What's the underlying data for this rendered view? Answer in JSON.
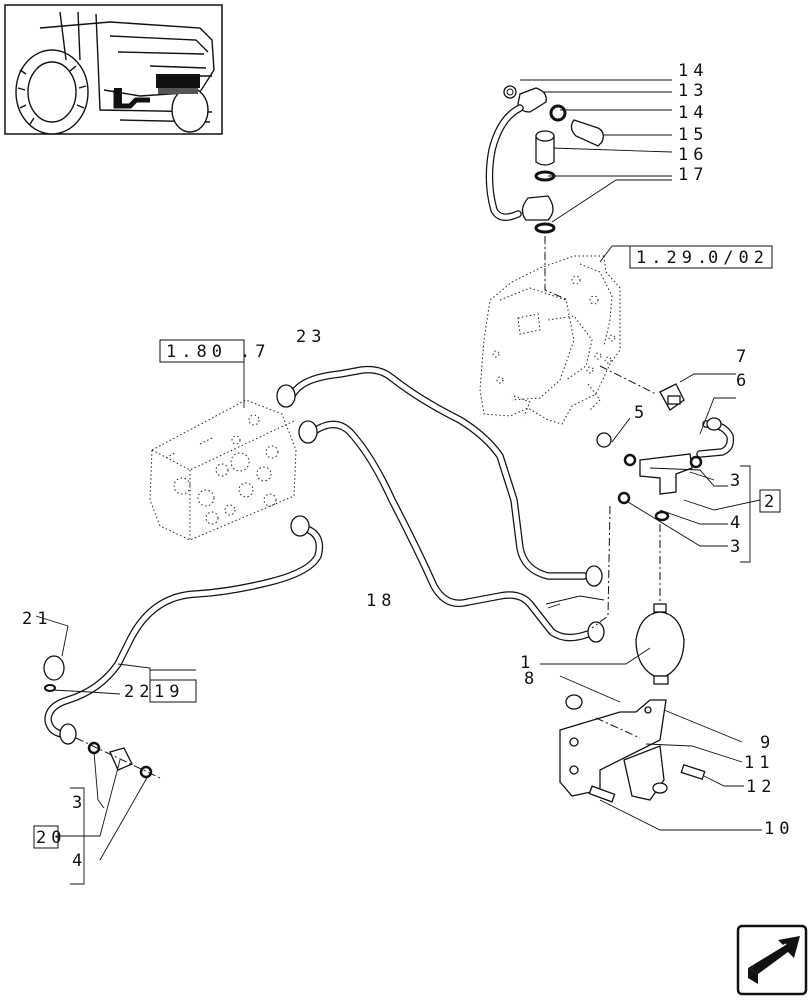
{
  "diagram": {
    "labels": {
      "p14a": "14",
      "p13": "13",
      "p14b": "14",
      "p15": "15",
      "p16": "16",
      "p17": "17",
      "ref_1290": "1.29.",
      "ref_1290_tail": "0/02",
      "p23": "23",
      "ref_180": "1.80",
      "ref_180_tail": ".7",
      "p7": "7",
      "p6": "6",
      "p5": "5",
      "p3a": "3",
      "box2": "2",
      "p4a": "4",
      "p3b": "3",
      "p18": "18",
      "p1": "1",
      "p8": "8",
      "p21": "21",
      "p22": "22",
      "box19": "19",
      "p9": "9",
      "p11": "11",
      "p12": "12",
      "p10": "10",
      "p3c": "3",
      "box20": "20",
      "p4b": "4"
    }
  },
  "icons": {
    "thumbnail": "tractor-thumbnail-icon",
    "next": "next-page-arrow-icon"
  }
}
